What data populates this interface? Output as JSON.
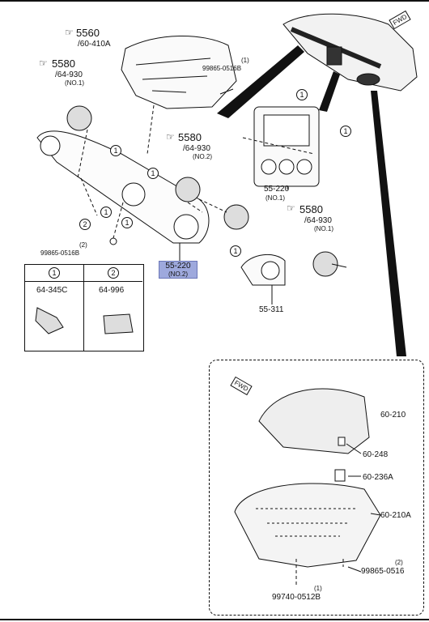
{
  "refs": {
    "ref_5560": "5560",
    "ref_5560_sub": "/60-410A",
    "ref_5580_a": "5580",
    "ref_5580_a_sub": "/64-930",
    "ref_5580_a_note": "(NO.1)",
    "ref_5580_b": "5580",
    "ref_5580_b_sub": "/64-930",
    "ref_5580_b_note": "(NO.2)",
    "ref_5580_c": "5580",
    "ref_5580_c_sub": "/64-930",
    "ref_5580_c_note": "(NO.1)"
  },
  "parts": {
    "p_99865_top_qty": "(1)",
    "p_99865_top": "99865-0516B",
    "p_99865_left_qty": "(2)",
    "p_99865_left": "99865-0516B",
    "p_55220_no1": "55-220",
    "p_55220_no1_note": "(NO.1)",
    "p_55220_no2": "55-220",
    "p_55220_no2_note": "(NO.2)",
    "p_55311": "55-311",
    "p_60210": "60-210",
    "p_60248": "60-248",
    "p_60236A": "60-236A",
    "p_60210A": "60-210A",
    "p_99865_inset_qty": "(2)",
    "p_99865_inset": "99865-0516",
    "p_99740_qty": "(1)",
    "p_99740": "99740-0512B"
  },
  "callouts": {
    "one": "1",
    "two": "2"
  },
  "legend": {
    "col1_num": "1",
    "col1_part": "64-345C",
    "col2_num": "2",
    "col2_part": "64-996"
  },
  "fwd": "FWD",
  "icons": [
    "hand-pointer-icon",
    "fwd-arrow-icon"
  ]
}
